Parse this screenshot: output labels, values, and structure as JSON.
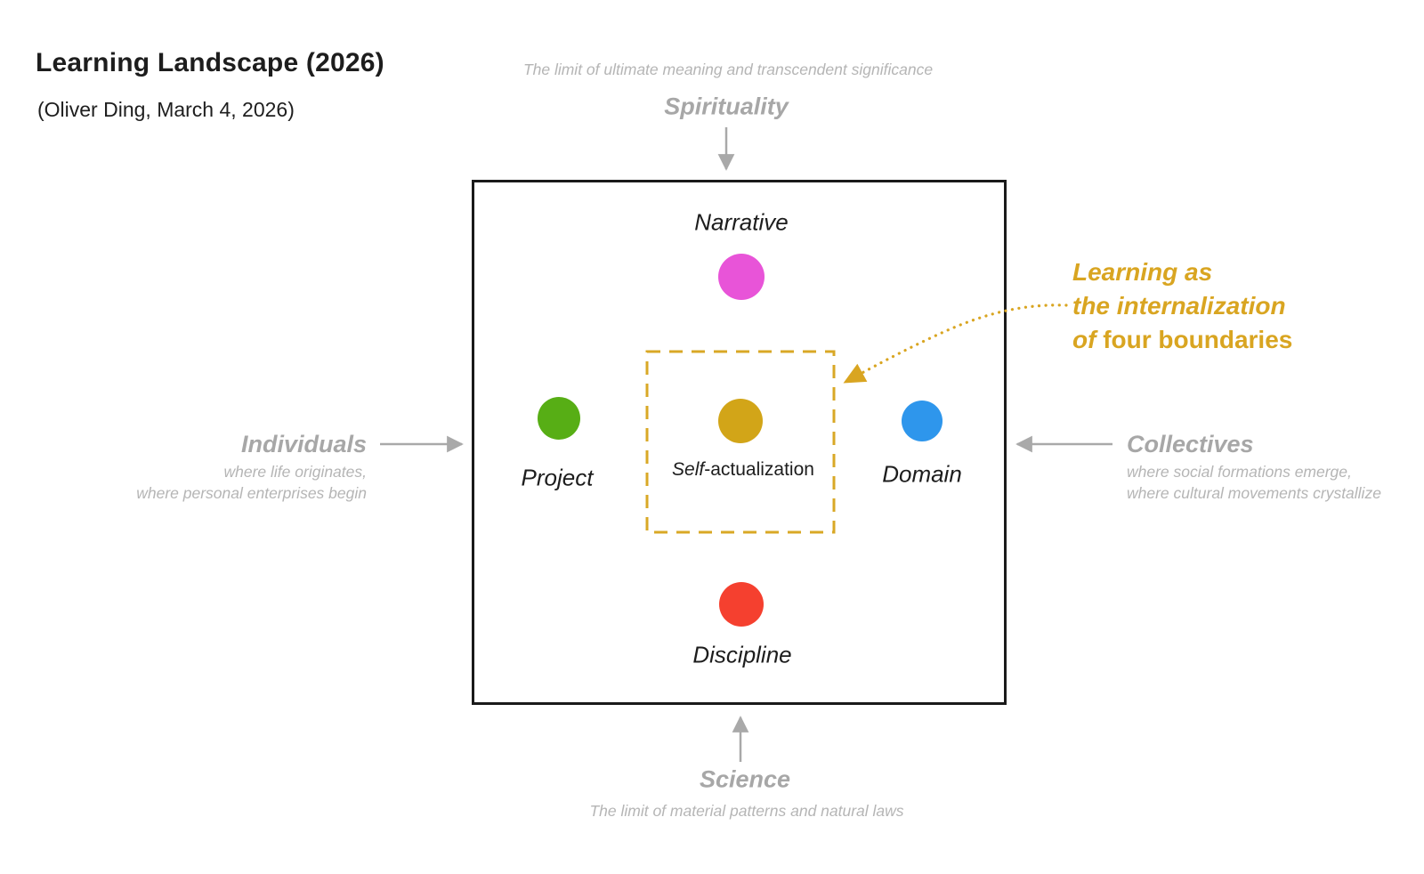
{
  "title": "Learning Landscape (2026)",
  "byline": "(Oliver Ding, March 4, 2026)",
  "boundaries": {
    "top": {
      "caption": "The limit of ultimate meaning and transcendent significance",
      "label": "Spirituality"
    },
    "bottom": {
      "label": "Science",
      "caption": "The limit of material patterns and natural laws"
    },
    "left": {
      "label": "Individuals",
      "caption_line1": "where life originates,",
      "caption_line2": "where personal enterprises begin"
    },
    "right": {
      "label": "Collectives",
      "caption_line1": "where social formations emerge,",
      "caption_line2": "where cultural movements crystallize"
    }
  },
  "square": {
    "nodes": {
      "narrative": {
        "label": "Narrative",
        "color": "#e854d8"
      },
      "project": {
        "label": "Project",
        "color": "#57ae15"
      },
      "domain": {
        "label": "Domain",
        "color": "#2e96ec"
      },
      "discipline": {
        "label": "Discipline",
        "color": "#f5402f"
      },
      "self_actualization": {
        "label_italic": "Self",
        "label_regular": "-actualization",
        "color": "#d2a518"
      }
    }
  },
  "annotation": {
    "line1": "Learning as",
    "line2": "the internalization",
    "line3_italic": "of",
    "line3_regular": "four boundaries",
    "color": "#d9a521"
  },
  "colors": {
    "gray_label": "#a7a7a7",
    "gray_caption": "#b5b5b5",
    "arrow": "#a9a9a9",
    "box_border": "#1a1a1a",
    "dashed_border": "#d9a826"
  }
}
